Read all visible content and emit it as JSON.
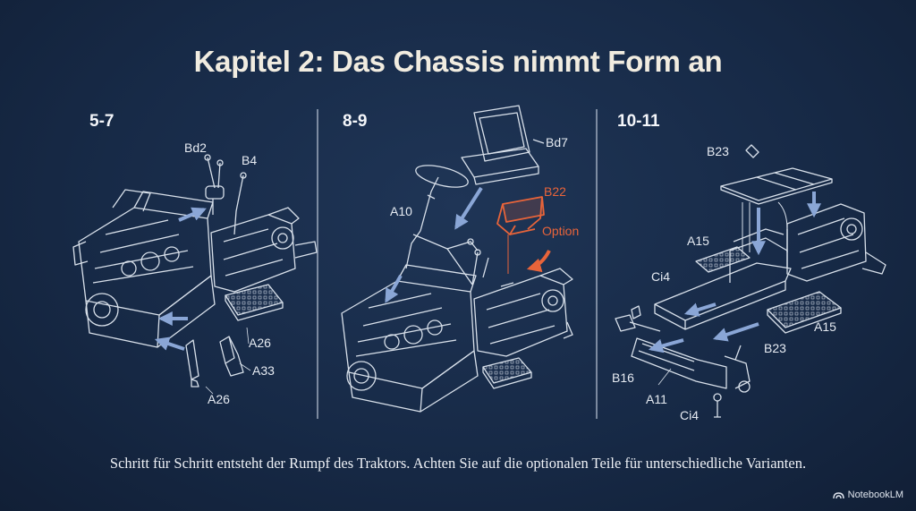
{
  "title": "Kapitel 2: Das Chassis nimmt Form an",
  "panels": [
    {
      "step": "5-7",
      "labels": [
        "Bd2",
        "B4",
        "A26",
        "A33",
        "A26"
      ]
    },
    {
      "step": "8-9",
      "labels": [
        "Bd7",
        "B22",
        "Option",
        "A10"
      ]
    },
    {
      "step": "10-11",
      "labels": [
        "B23",
        "A15",
        "Ci4",
        "A15",
        "B23",
        "B16",
        "A11",
        "Ci4"
      ]
    }
  ],
  "caption": "Schritt für Schritt entsteht der Rumpf des Traktors. Achten Sie auf die optionalen Teile für unterschiedliche Varianten.",
  "brand": "NotebookLM",
  "colors": {
    "background": "#172a47",
    "line": "#d8e0ea",
    "arrow": "#8aa6d6",
    "highlight": "#e8643a",
    "title": "#f1ece0"
  }
}
